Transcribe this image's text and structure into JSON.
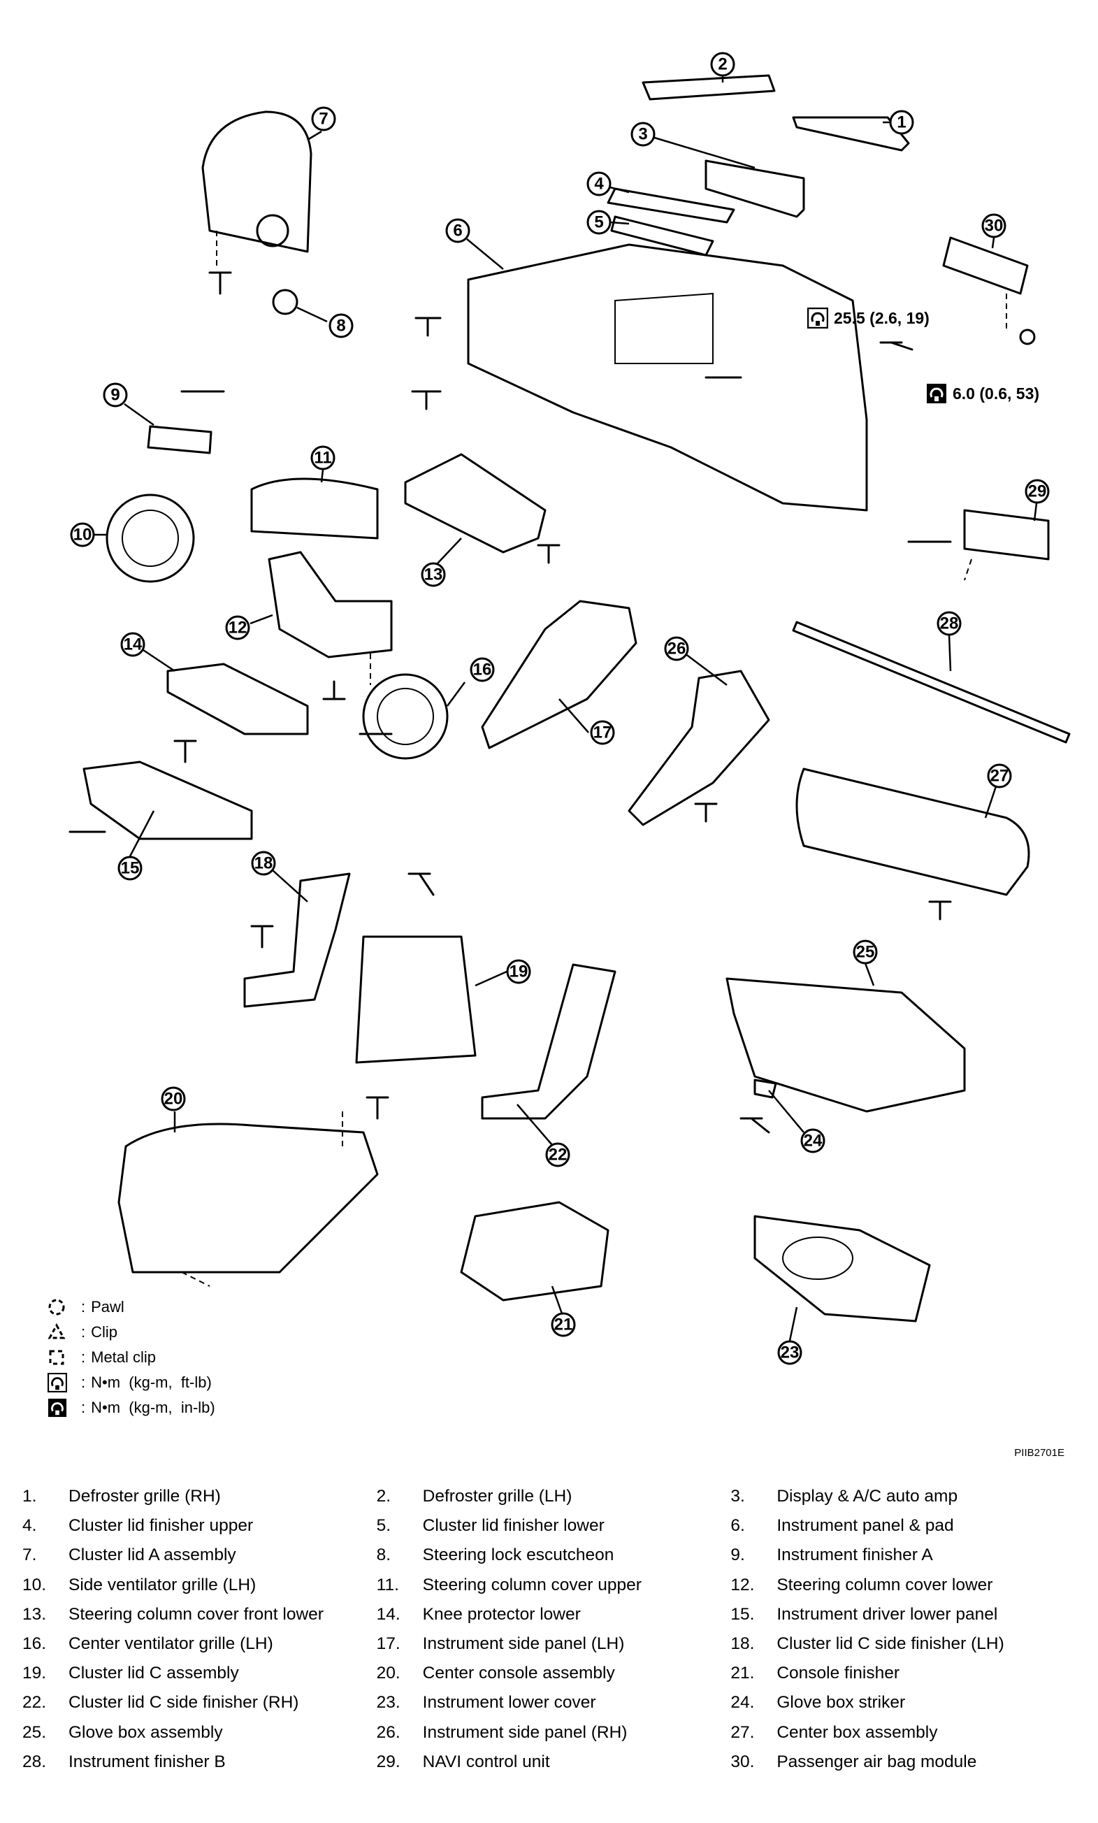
{
  "diagram": {
    "title": "",
    "callouts": [
      "1",
      "2",
      "3",
      "4",
      "5",
      "6",
      "7",
      "8",
      "9",
      "10",
      "11",
      "12",
      "13",
      "14",
      "15",
      "16",
      "17",
      "18",
      "19",
      "20",
      "21",
      "22",
      "23",
      "24",
      "25",
      "26",
      "27",
      "28",
      "29",
      "30"
    ],
    "torques": [
      {
        "label": "25.5 (2.6, 19)",
        "icon": "torque-ft-lb-icon"
      },
      {
        "label": "6.0 (0.6, 53)",
        "icon": "torque-in-lb-icon"
      }
    ]
  },
  "legend": {
    "items": [
      {
        "symbol": "pawl-icon",
        "label": "Pawl"
      },
      {
        "symbol": "clip-icon",
        "label": "Clip"
      },
      {
        "symbol": "metal-clip-icon",
        "label": "Metal clip"
      },
      {
        "symbol": "torque-ft-lb-icon",
        "label": "N•m  (kg-m,  ft-lb)"
      },
      {
        "symbol": "torque-in-lb-icon",
        "label": "N•m  (kg-m,  in-lb)"
      }
    ],
    "separator": ":"
  },
  "reference_code": "PIIB2701E",
  "parts": [
    {
      "num": "1.",
      "name": "Defroster grille (RH)"
    },
    {
      "num": "2.",
      "name": "Defroster grille (LH)"
    },
    {
      "num": "3.",
      "name": "Display & A/C auto amp"
    },
    {
      "num": "4.",
      "name": "Cluster lid finisher upper"
    },
    {
      "num": "5.",
      "name": "Cluster lid finisher lower"
    },
    {
      "num": "6.",
      "name": "Instrument panel & pad"
    },
    {
      "num": "7.",
      "name": "Cluster lid A assembly"
    },
    {
      "num": "8.",
      "name": "Steering lock escutcheon"
    },
    {
      "num": "9.",
      "name": "Instrument finisher A"
    },
    {
      "num": "10.",
      "name": "Side ventilator grille (LH)"
    },
    {
      "num": "11.",
      "name": "Steering column cover upper"
    },
    {
      "num": "12.",
      "name": "Steering column cover lower"
    },
    {
      "num": "13.",
      "name": "Steering column cover front lower"
    },
    {
      "num": "14.",
      "name": "Knee protector lower"
    },
    {
      "num": "15.",
      "name": "Instrument driver lower panel"
    },
    {
      "num": "16.",
      "name": "Center ventilator grille (LH)"
    },
    {
      "num": "17.",
      "name": "Instrument side panel (LH)"
    },
    {
      "num": "18.",
      "name": "Cluster lid C side finisher (LH)"
    },
    {
      "num": "19.",
      "name": "Cluster lid C assembly"
    },
    {
      "num": "20.",
      "name": "Center console assembly"
    },
    {
      "num": "21.",
      "name": "Console finisher"
    },
    {
      "num": "22.",
      "name": "Cluster lid C side finisher (RH)"
    },
    {
      "num": "23.",
      "name": "Instrument lower cover"
    },
    {
      "num": "24.",
      "name": "Glove box striker"
    },
    {
      "num": "25.",
      "name": "Glove box assembly"
    },
    {
      "num": "26.",
      "name": "Instrument side panel (RH)"
    },
    {
      "num": "27.",
      "name": "Center box assembly"
    },
    {
      "num": "28.",
      "name": "Instrument finisher B"
    },
    {
      "num": "29.",
      "name": "NAVI control unit"
    },
    {
      "num": "30.",
      "name": "Passenger air bag module"
    }
  ]
}
